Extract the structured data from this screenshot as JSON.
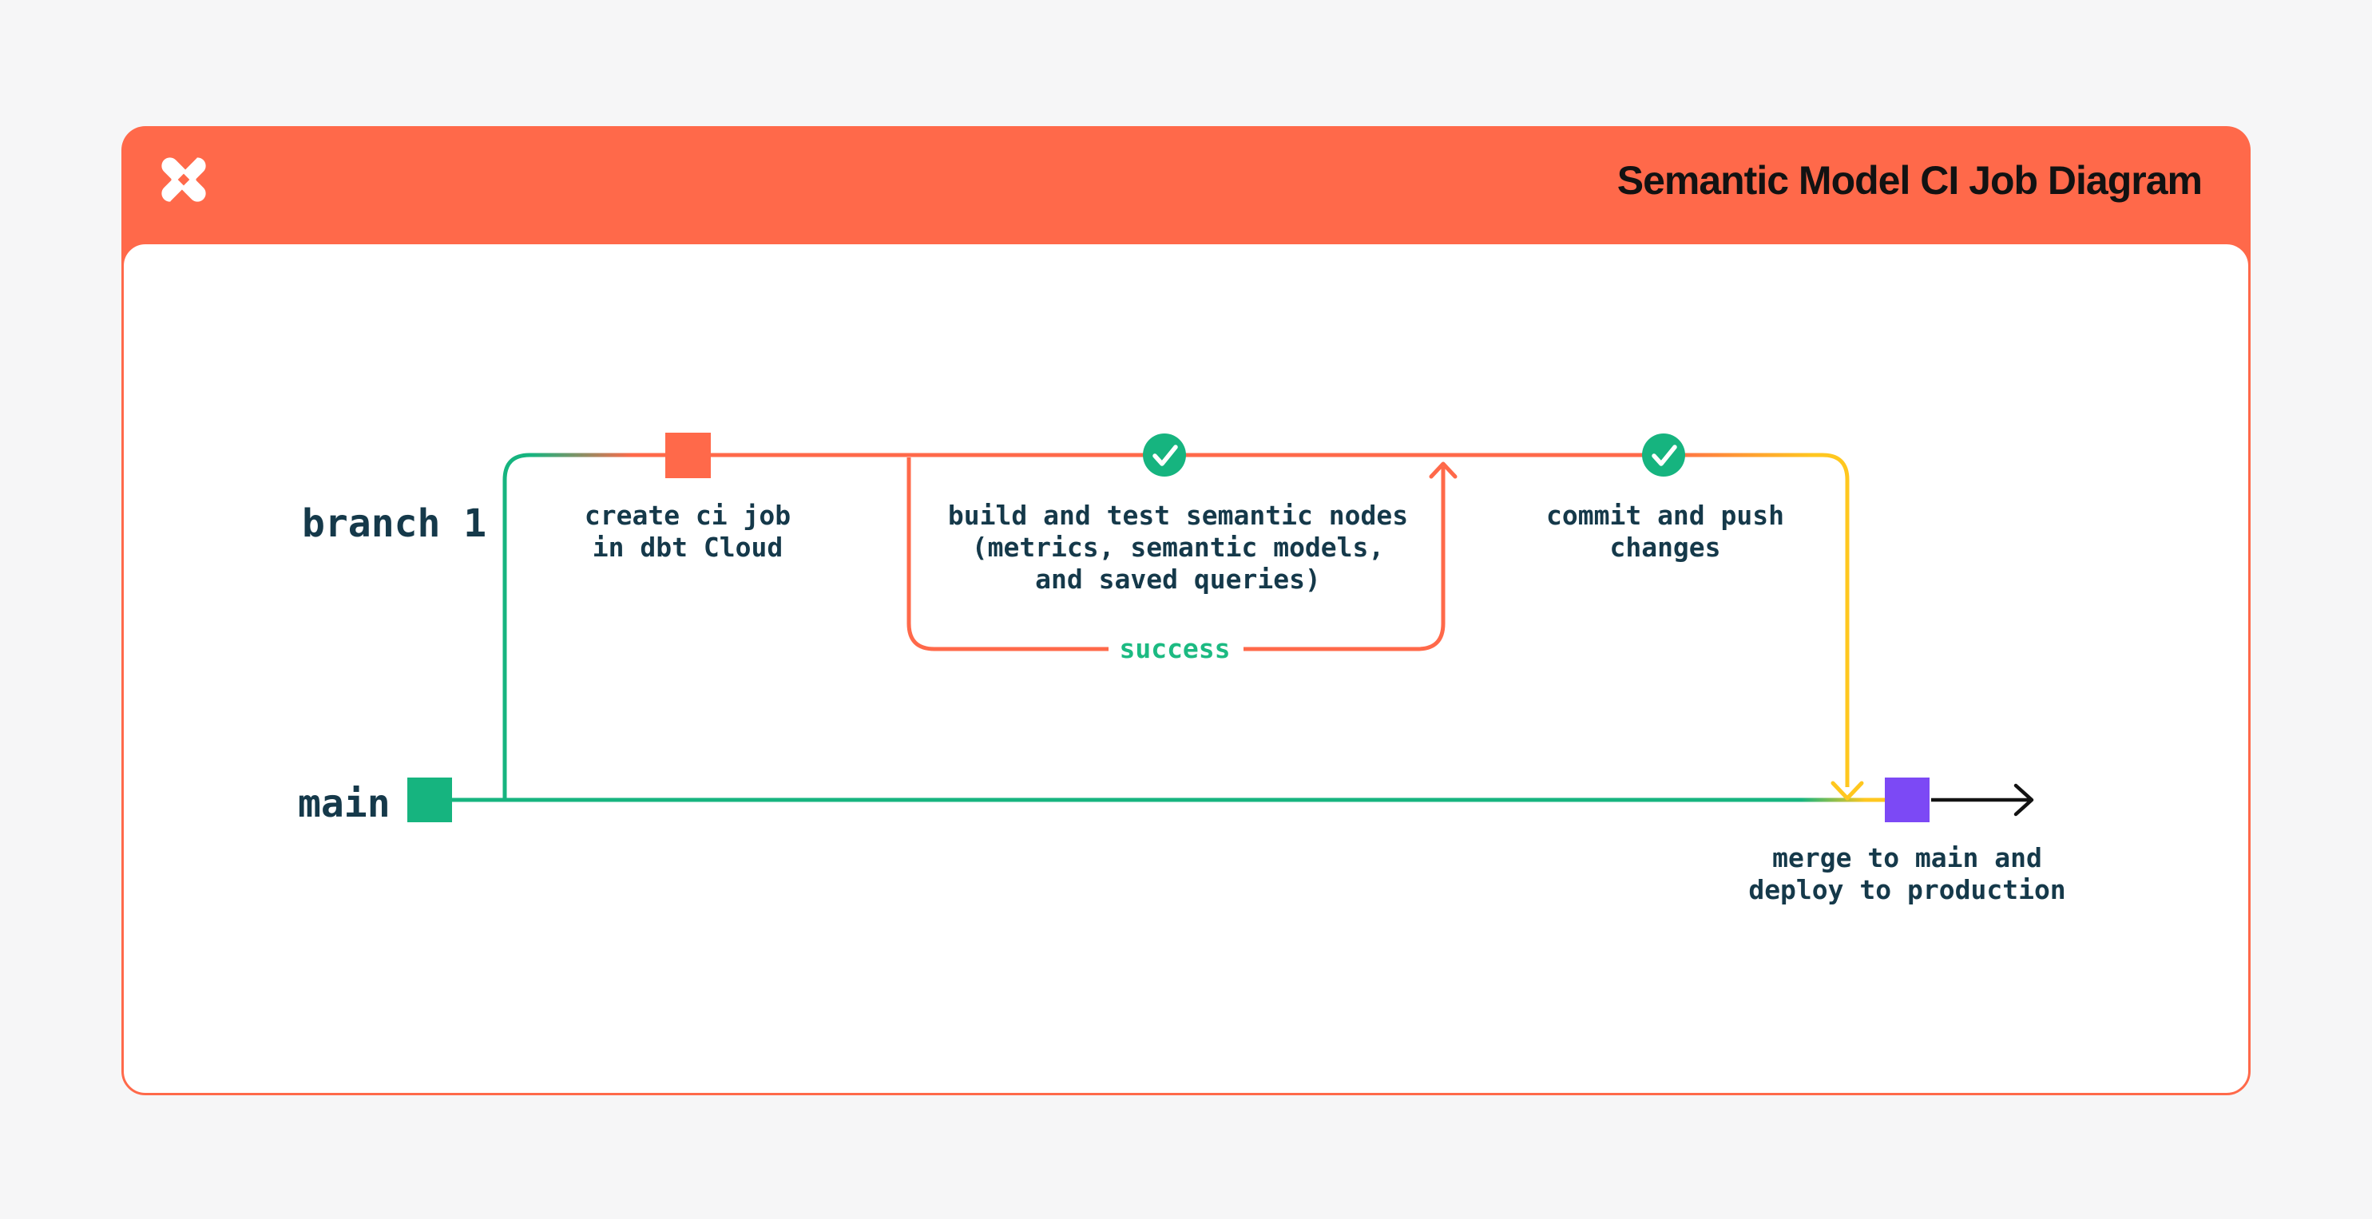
{
  "header": {
    "title": "Semantic Model CI Job Diagram",
    "logo": "dbt-logo",
    "background": "#FF694A"
  },
  "labels": {
    "branch": "branch 1",
    "main": "main",
    "create": "create ci job\nin dbt Cloud",
    "build": "build and test semantic nodes\n(metrics, semantic models,\nand saved queries)",
    "commit": "commit and push\nchanges",
    "merge": "merge to main and\ndeploy to production",
    "success": "success"
  },
  "nodes": [
    {
      "marker": "square",
      "color": "#FF694A",
      "label_ref": "create"
    },
    {
      "marker": "check-circle",
      "color": "#16B47F",
      "label_ref": "build"
    },
    {
      "marker": "check-circle",
      "color": "#16B47F",
      "label_ref": "commit"
    },
    {
      "marker": "square",
      "color": "#7C49F5",
      "label_ref": "merge"
    },
    {
      "marker": "square",
      "color": "#16B47F",
      "label_ref": "main-start"
    }
  ],
  "colors": {
    "c-orange": "#FF694A",
    "c-green": "#16B47F",
    "c-green-text": "#1CBA82",
    "c-yellow": "#FFC71F",
    "c-purple": "#7C49F5",
    "c-ink": "#15394A",
    "c-black": "#131313",
    "c-page": "#F6F6F7"
  }
}
